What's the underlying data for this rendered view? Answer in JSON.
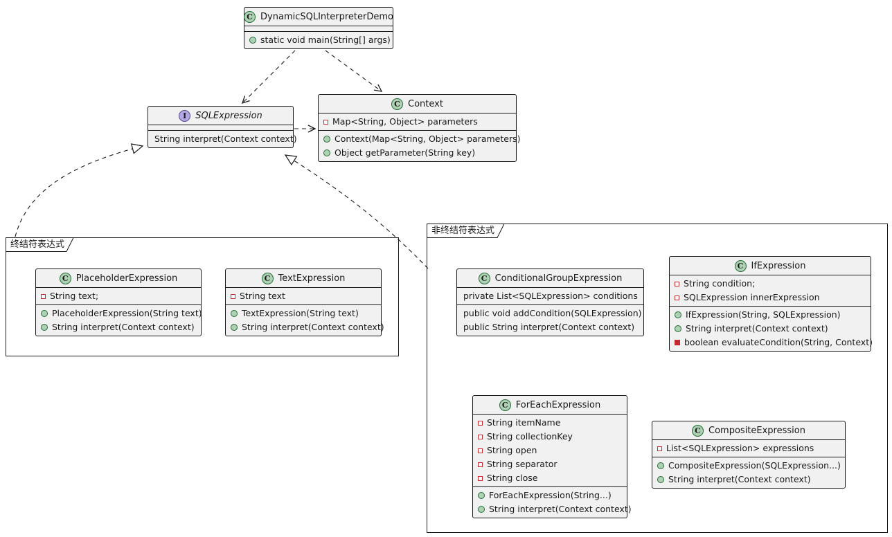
{
  "packages": {
    "terminal": {
      "label": "终结符表达式"
    },
    "non_terminal": {
      "label": "非终结符表达式"
    }
  },
  "classes": {
    "demo": {
      "name": "DynamicSQLInterpreterDemo",
      "spot": "C",
      "methods": [
        {
          "text": "static void main(String[] args)"
        }
      ]
    },
    "sql_expression": {
      "name": "SQLExpression",
      "spot": "I",
      "methods": [
        {
          "text": "String interpret(Context context)"
        }
      ]
    },
    "context": {
      "name": "Context",
      "spot": "C",
      "fields": [
        {
          "text": "Map<String, Object> parameters"
        }
      ],
      "methods": [
        {
          "text": "Context(Map<String, Object> parameters)"
        },
        {
          "text": "Object getParameter(String key)"
        }
      ]
    },
    "placeholder": {
      "name": "PlaceholderExpression",
      "spot": "C",
      "fields": [
        {
          "text": "String text;"
        }
      ],
      "methods": [
        {
          "text": "PlaceholderExpression(String text)"
        },
        {
          "text": "String interpret(Context context)"
        }
      ]
    },
    "text_expression": {
      "name": "TextExpression",
      "spot": "C",
      "fields": [
        {
          "text": "String text"
        }
      ],
      "methods": [
        {
          "text": "TextExpression(String text)"
        },
        {
          "text": "String interpret(Context context)"
        }
      ]
    },
    "conditional_group": {
      "name": "ConditionalGroupExpression",
      "spot": "C",
      "fields": [
        {
          "text": "private List<SQLExpression> conditions"
        }
      ],
      "methods": [
        {
          "text": "public void addCondition(SQLExpression)"
        },
        {
          "text": "public String interpret(Context context)"
        }
      ]
    },
    "if_expression": {
      "name": "IfExpression",
      "spot": "C",
      "fields": [
        {
          "text": "String condition;"
        },
        {
          "text": "SQLExpression innerExpression"
        }
      ],
      "methods": [
        {
          "text": "IfExpression(String, SQLExpression)"
        },
        {
          "text": "String interpret(Context context)"
        },
        {
          "text": "boolean evaluateCondition(String, Context)"
        }
      ]
    },
    "foreach": {
      "name": "ForEachExpression",
      "spot": "C",
      "fields": [
        {
          "text": "String itemName"
        },
        {
          "text": "String collectionKey"
        },
        {
          "text": "String open"
        },
        {
          "text": "String separator"
        },
        {
          "text": "String close"
        }
      ],
      "methods": [
        {
          "text": "ForEachExpression(String...)"
        },
        {
          "text": "String interpret(Context context)"
        }
      ]
    },
    "composite": {
      "name": "CompositeExpression",
      "spot": "C",
      "fields": [
        {
          "text": "List<SQLExpression> expressions"
        }
      ],
      "methods": [
        {
          "text": "CompositeExpression(SQLExpression...)"
        },
        {
          "text": "String interpret(Context context)"
        }
      ]
    }
  },
  "colors": {
    "box_background": "#F1F1F1",
    "line": "#181818",
    "class_spot": "#ADD1B2",
    "interface_spot": "#B4A7E5",
    "private_marker": "#C82930",
    "public_marker": "#ADD1B2"
  }
}
